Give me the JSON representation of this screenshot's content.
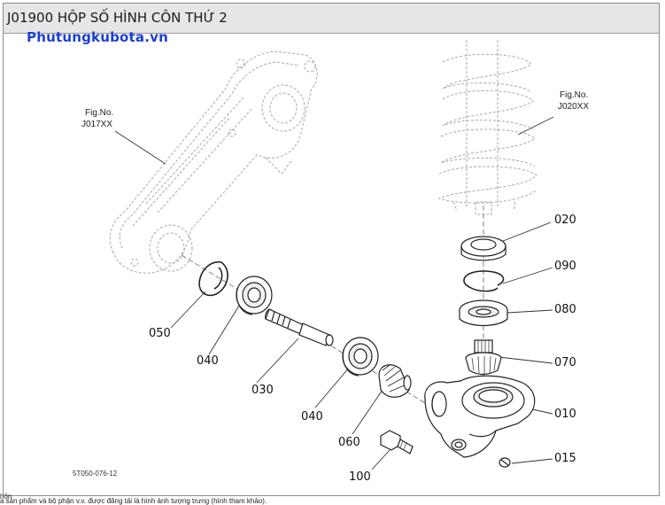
{
  "header": {
    "title": "J01900 HỘP SỐ HÌNH CÔN THỨ 2",
    "brand": "Phutungkubota.vn"
  },
  "references": {
    "left": {
      "line1": "Fig.No.",
      "line2": "J017XX"
    },
    "right": {
      "line1": "Fig.No.",
      "line2": "J020XX"
    }
  },
  "parts": {
    "p010": "010",
    "p015": "015",
    "p020": "020",
    "p030": "030",
    "p040a": "040",
    "p040b": "040",
    "p050": "050",
    "p060": "060",
    "p070": "070",
    "p080": "080",
    "p090": "090",
    "p100": "100"
  },
  "diagram_code": "5T050-076-12",
  "footer": {
    "line1": "hôn",
    "line2": "a sản phẩm và bộ phận v.v. được đăng tải là hình ảnh tượng trưng (hình tham khảo)."
  }
}
